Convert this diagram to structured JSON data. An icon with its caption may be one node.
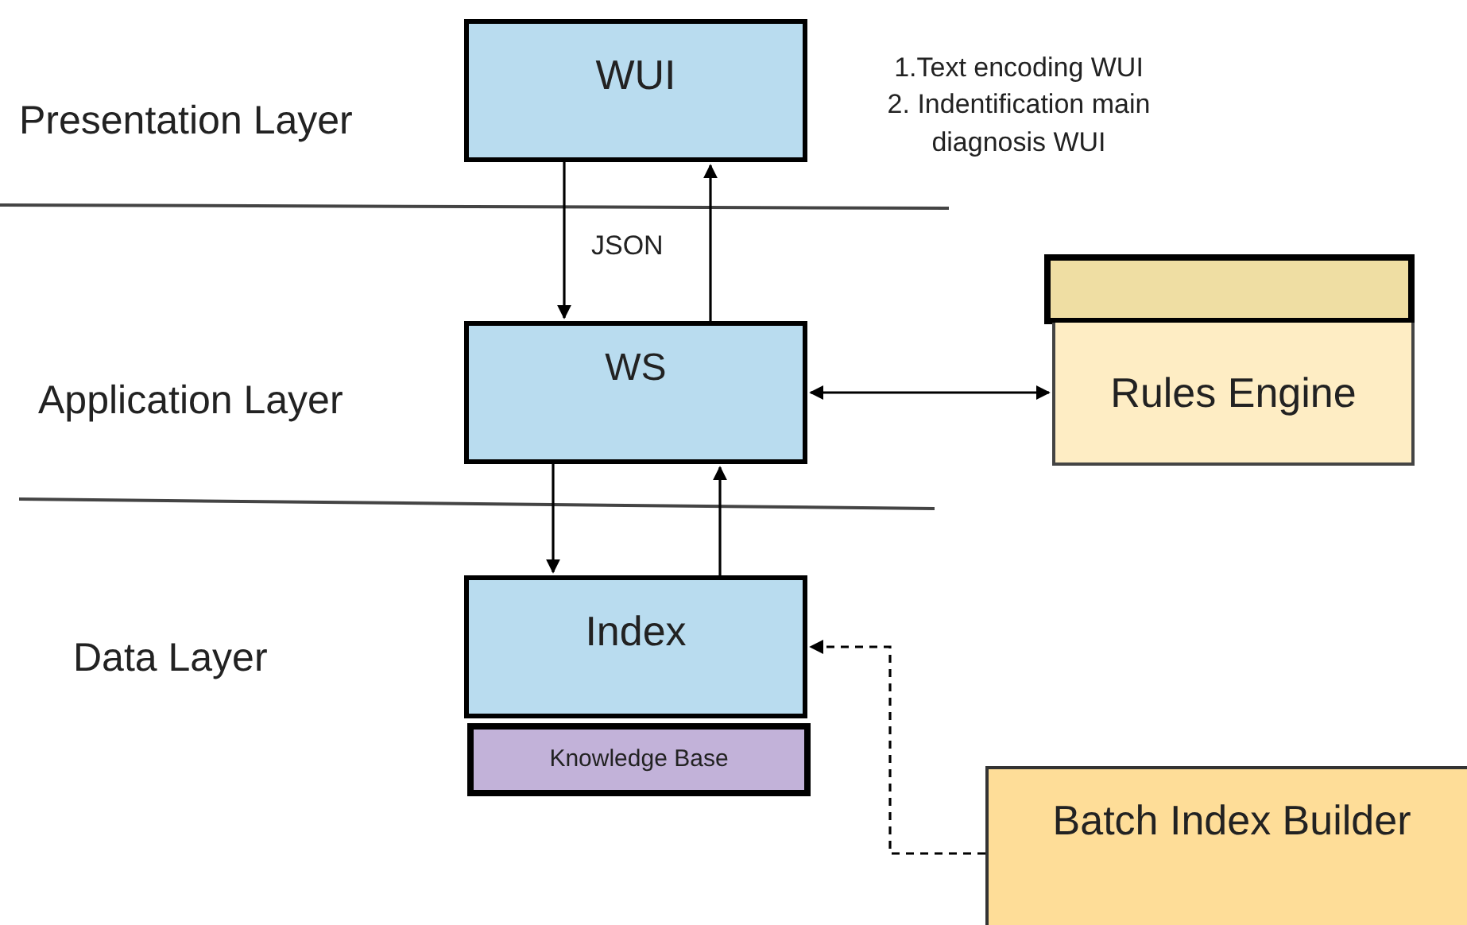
{
  "diagram": {
    "nodes": [
      {
        "text": [
          "WUI"
        ]
      },
      {
        "text": [
          "WS"
        ]
      },
      {
        "text": [],
        "shape": "box"
      },
      {
        "text": [
          "Rules Engine"
        ]
      },
      {
        "text": [
          "Index"
        ]
      },
      {
        "text": [
          "Knowledge Base"
        ]
      },
      {
        "text": [
          "Batch Index Builder"
        ]
      }
    ],
    "edges": [
      {
        "from": 0,
        "to": 1,
        "arrow": "to",
        "label": "JSON"
      },
      {
        "from": 1,
        "to": 0,
        "arrow": "to"
      },
      {
        "from": 3,
        "to": 1,
        "arrow": "both"
      },
      {
        "from": 1,
        "to": 4,
        "arrow": "to"
      },
      {
        "from": 4,
        "to": 1,
        "arrow": "to"
      },
      {
        "from": 6,
        "to": 4,
        "arrow": "to",
        "style": "dashed"
      }
    ],
    "labels": [
      "Presentation Layer",
      "Application Layer",
      "Data Layer",
      "1.Text encoding WUI",
      "2. Indentification main diagnosis WUI"
    ]
  }
}
